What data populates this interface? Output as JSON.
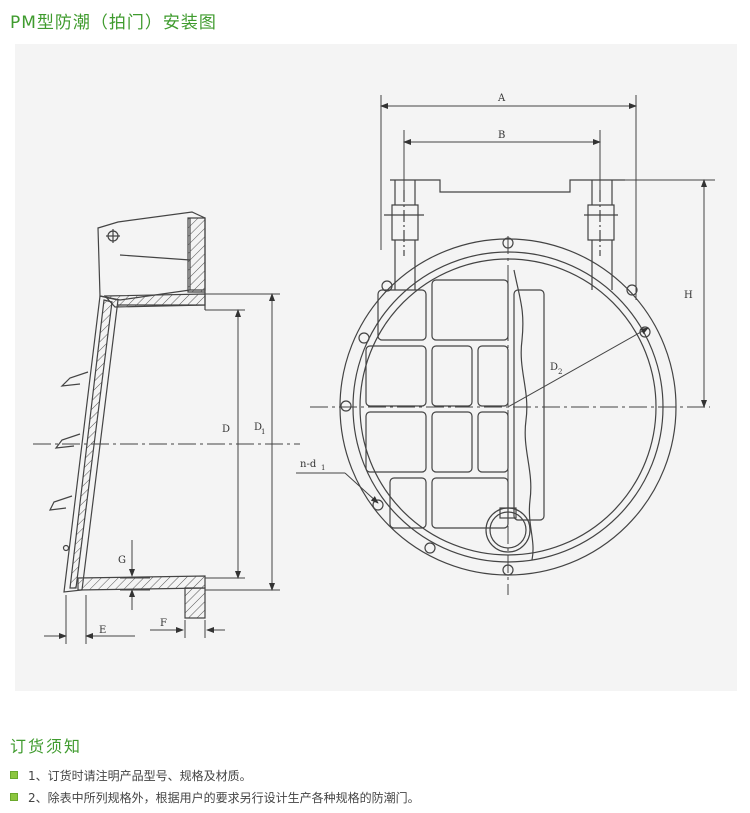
{
  "title": "PM型防潮（拍门）安装图",
  "diagram": {
    "labels": {
      "A": "A",
      "B": "B",
      "H": "H",
      "D": "D",
      "D1": "D",
      "D1_sub": "1",
      "D2": "D",
      "D2_sub": "2",
      "G": "G",
      "E": "E",
      "F": "F",
      "nd": "n-d",
      "nd_sub": "1"
    }
  },
  "ordering": {
    "title": "订货须知",
    "items": [
      "1、订货时请注明产品型号、规格及材质。",
      "2、除表中所列规格外，根据用户的要求另行设计生产各种规格的防潮门。"
    ]
  }
}
